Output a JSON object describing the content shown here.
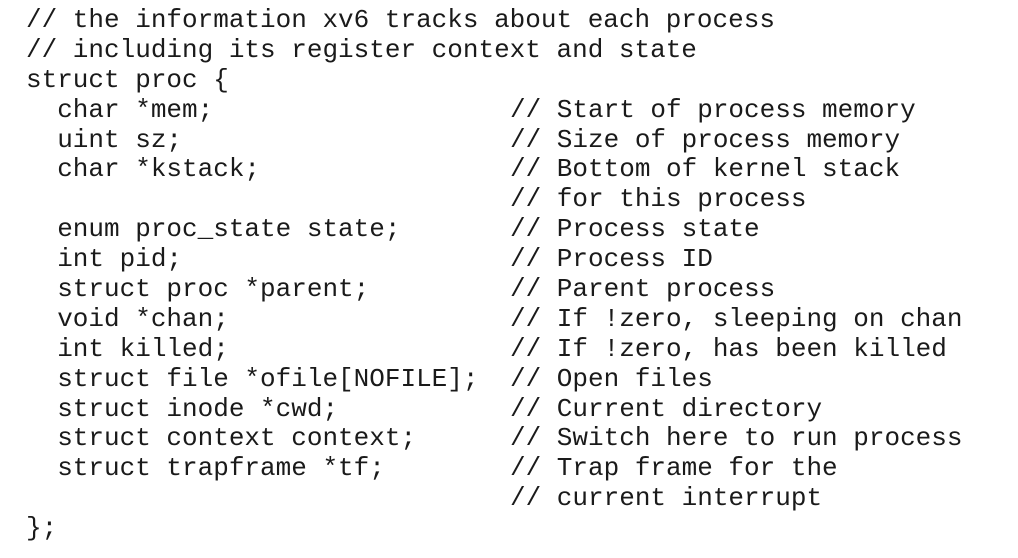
{
  "code_lines": {
    "0": {
      "text": "// the information xv6 tracks about each process"
    },
    "1": {
      "text": "// including its register context and state"
    },
    "2": {
      "text": "struct proc {"
    },
    "3": {
      "decl": "  char *mem;",
      "comment": "// Start of process memory"
    },
    "4": {
      "decl": "  uint sz;",
      "comment": "// Size of process memory"
    },
    "5": {
      "decl": "  char *kstack;",
      "comment": "// Bottom of kernel stack"
    },
    "6": {
      "decl": "",
      "comment": "// for this process"
    },
    "7": {
      "decl": "  enum proc_state state;",
      "comment": "// Process state"
    },
    "8": {
      "decl": "  int pid;",
      "comment": "// Process ID"
    },
    "9": {
      "decl": "  struct proc *parent;",
      "comment": "// Parent process"
    },
    "10": {
      "decl": "  void *chan;",
      "comment": "// If !zero, sleeping on chan"
    },
    "11": {
      "decl": "  int killed;",
      "comment": "// If !zero, has been killed"
    },
    "12": {
      "decl": "  struct file *ofile[NOFILE];",
      "comment": "// Open files"
    },
    "13": {
      "decl": "  struct inode *cwd;",
      "comment": "// Current directory"
    },
    "14": {
      "decl": "  struct context context;",
      "comment": "// Switch here to run process"
    },
    "15": {
      "decl": "  struct trapframe *tf;",
      "comment": "// Trap frame for the"
    },
    "16": {
      "decl": "",
      "comment": "// current interrupt"
    },
    "17": {
      "text": "};"
    }
  }
}
